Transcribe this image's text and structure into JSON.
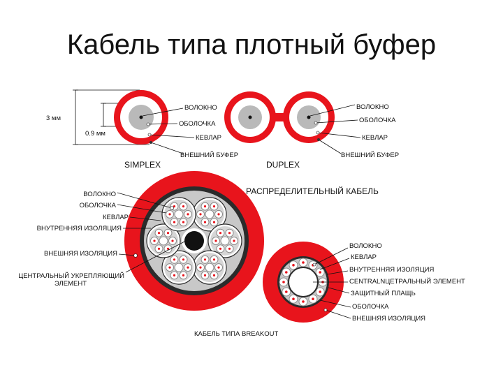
{
  "title": "Кабель типа плотный буфер",
  "colors": {
    "red": "#e8141c",
    "grey": "#b9b9b9",
    "dark": "#2b2b2b",
    "mid": "#8a8a8a",
    "white": "#ffffff"
  },
  "dimensions": {
    "outer": "3 мм",
    "inner": "0.9 мм"
  },
  "simplex": {
    "caption": "SIMPLEX",
    "labels": [
      "ВОЛОКНО",
      "ОБОЛОЧКА",
      "КЕВЛАР",
      "ВНЕШНИЙ БУФЕР"
    ]
  },
  "duplex": {
    "caption": "DUPLEX",
    "labels": [
      "ВОЛОКНО",
      "ОБОЛОЧКА",
      "КЕВЛАР",
      "ВНЕШНИЙ БУФЕР"
    ]
  },
  "distribution": {
    "caption": "РАСПРЕДЕЛИТЕЛЬНЫЙ КАБЕЛЬ",
    "labels": [
      "ВОЛОКНО",
      "ОБОЛОЧКА",
      "КЕВЛАР",
      "ВНУТРЕННЯЯ ИЗОЛЯЦИЯ",
      "ВНЕШНЯЯ ИЗОЛЯЦИЯ",
      "ЦЕНТРАЛЬНЫЙ УКРЕПЛЯЮЩИЙ",
      "ЭЛЕМЕНТ"
    ]
  },
  "breakout": {
    "caption": "КАБЕЛЬ ТИПА BREAKOUT",
    "labels": [
      "ВОЛОКНО",
      "КЕВЛАР",
      "ВНУТРЕННЯЯ ИЗОЛЯЦИЯ",
      "CENTRALNЦЕТРАЛЬНЫЙ ЭЛЕМЕНТ",
      "ЗАЩИТНЫЙ ПЛАЩЬ",
      "ОБОЛОЧКА",
      "ВНЕШНЯЯ ИЗОЛЯЦИЯ"
    ]
  }
}
